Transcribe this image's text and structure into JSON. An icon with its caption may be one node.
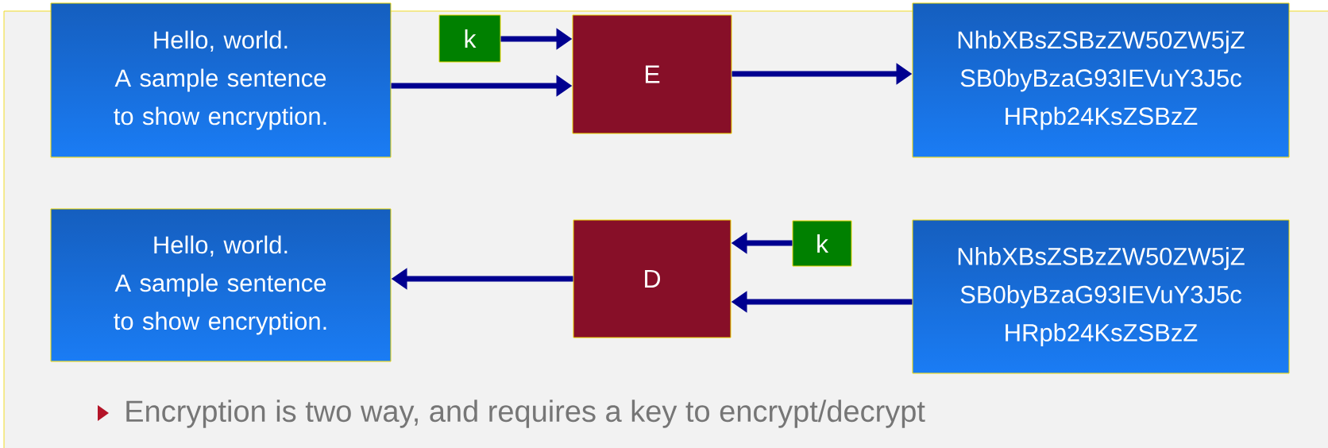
{
  "diagram": {
    "nodes": [
      {
        "text": [
          "Hello, world.",
          "A sample sentence to show encryption."
        ]
      },
      {
        "text": [
          "k"
        ]
      },
      {
        "text": [
          "E"
        ]
      },
      {
        "text": [
          "NhbXBsZSBzZW50ZW5jZ SB0byBzaG93IEVuY3J5c HRpb24KsZSBzZ"
        ]
      },
      {
        "text": [
          "Hello, world.",
          "A sample sentence to show encryption."
        ]
      },
      {
        "text": [
          "D"
        ]
      },
      {
        "text": [
          "k"
        ]
      },
      {
        "text": [
          "NhbXBsZSBzZW50ZW5jZ SB0byBzaG93IEVuY3J5c HRpb24KsZSBzZ"
        ]
      }
    ],
    "edges": [
      {
        "from": 1,
        "to": 2,
        "arrow": "to"
      },
      {
        "from": 0,
        "to": 2,
        "arrow": "to"
      },
      {
        "from": 2,
        "to": 3,
        "arrow": "to"
      },
      {
        "from": 6,
        "to": 5,
        "arrow": "to"
      },
      {
        "from": 7,
        "to": 5,
        "arrow": "to"
      },
      {
        "from": 5,
        "to": 4,
        "arrow": "to"
      }
    ],
    "labels": [
      "Encryption is two way, and requires a key to encrypt/decrypt"
    ]
  }
}
